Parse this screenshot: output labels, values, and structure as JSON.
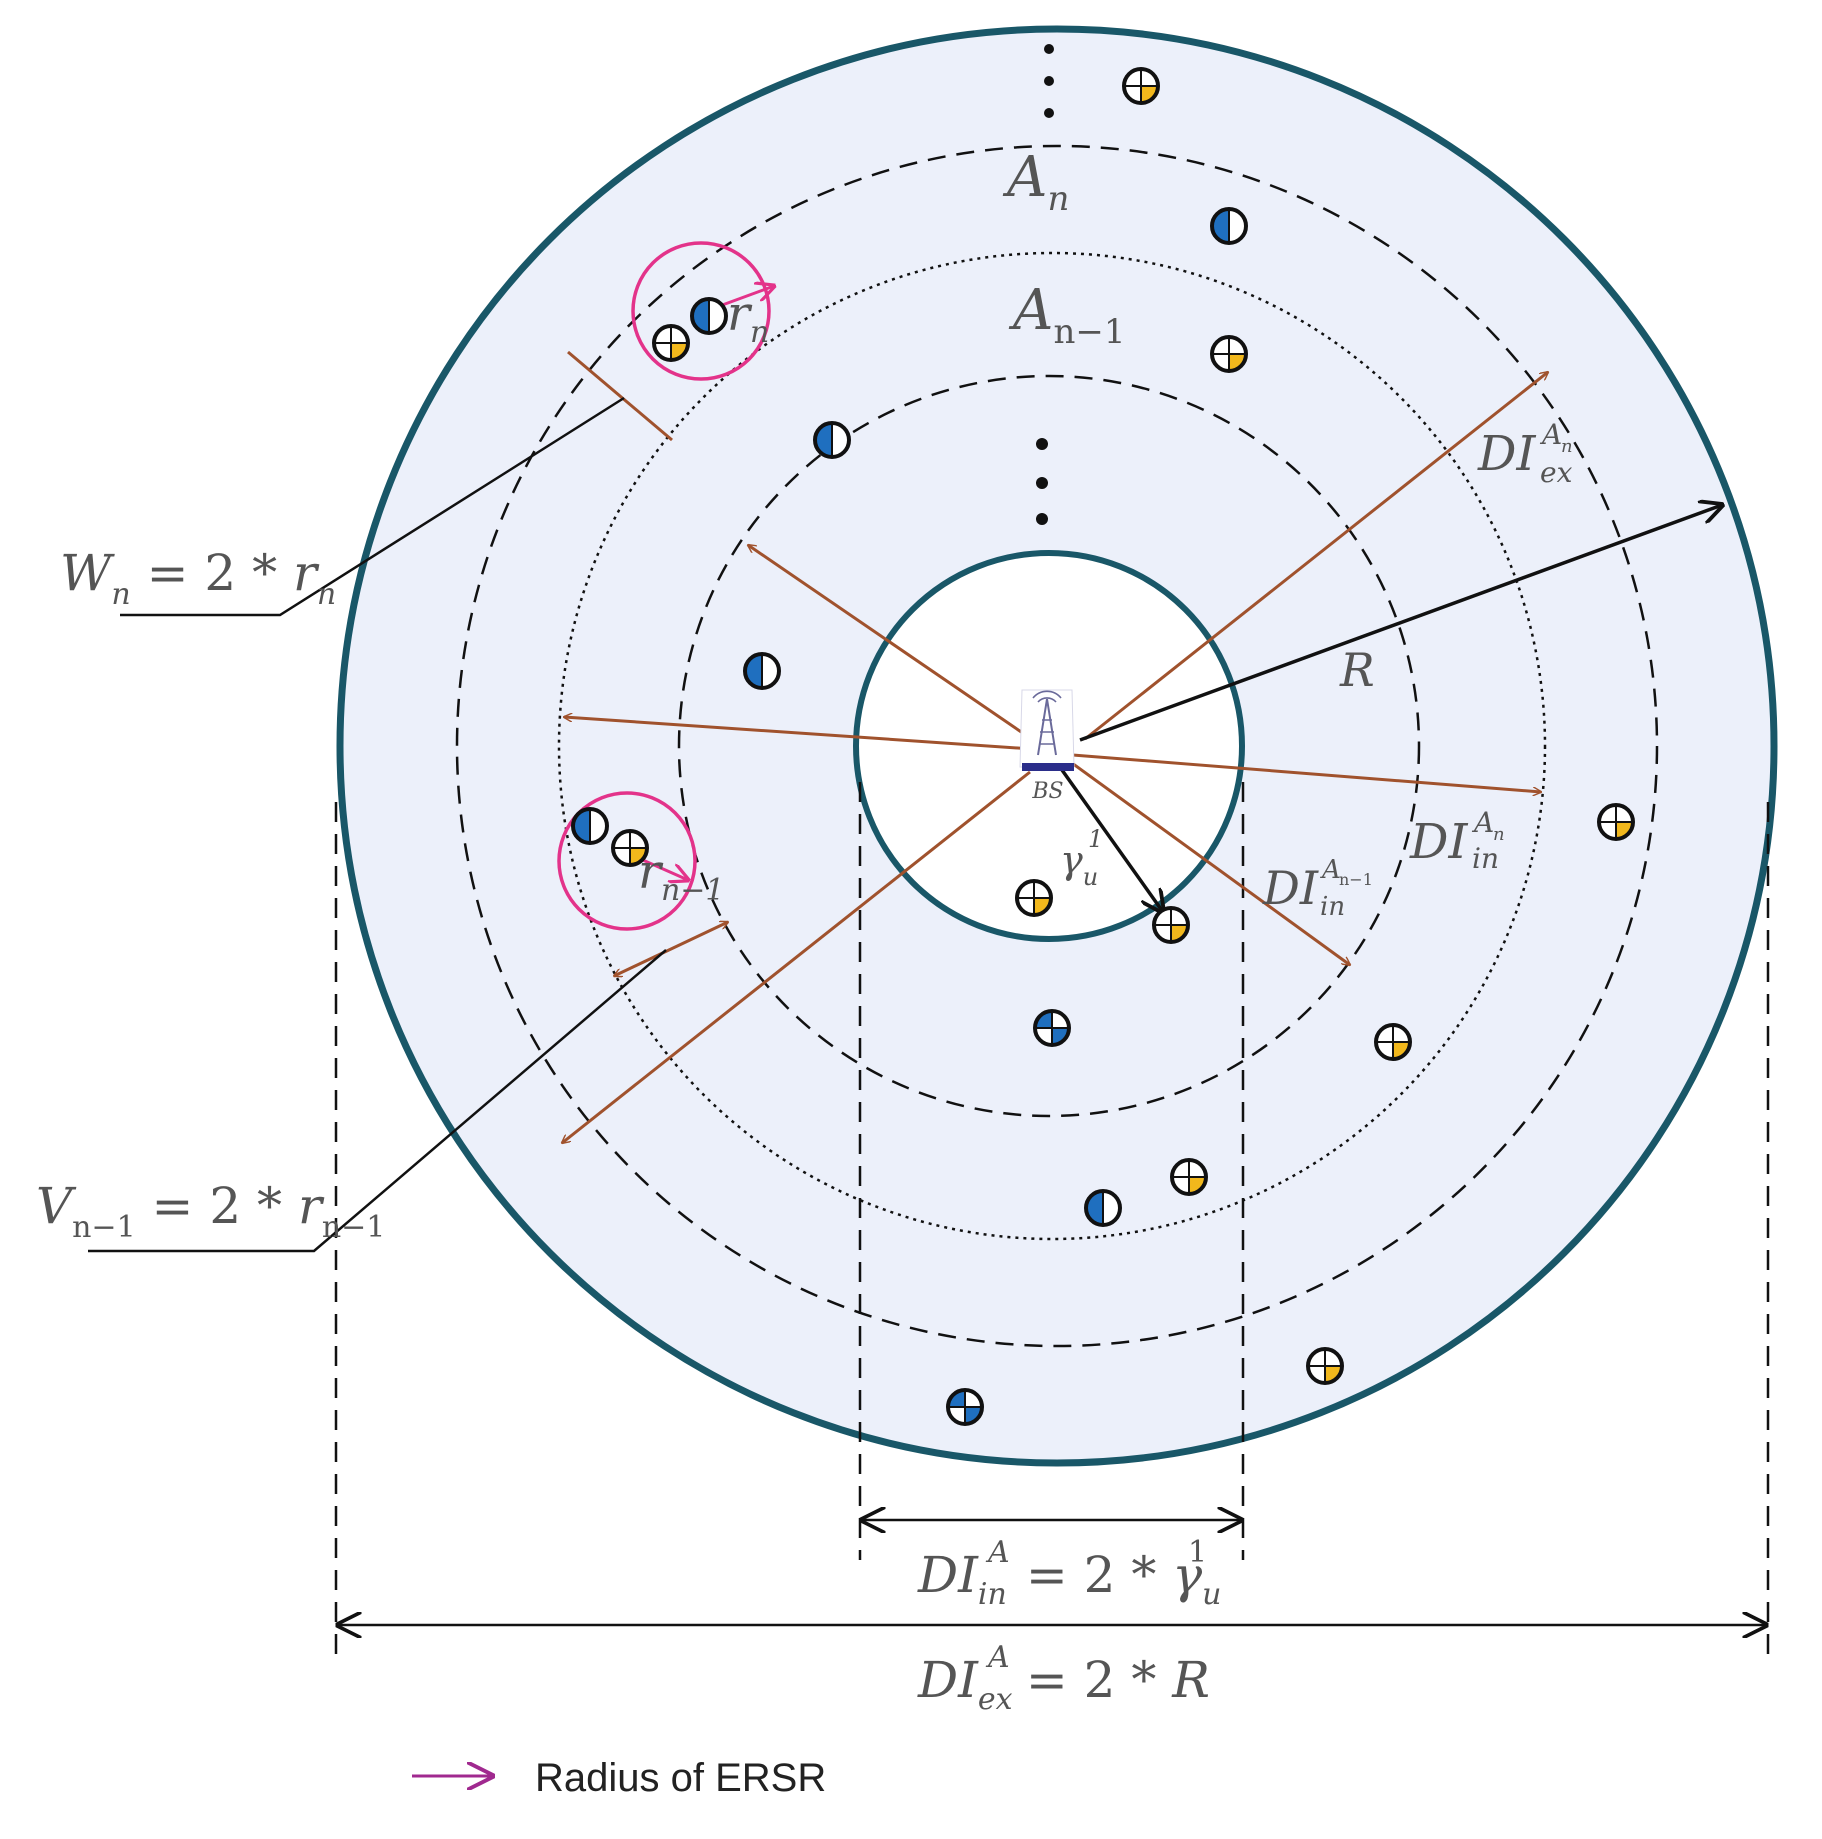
{
  "colors": {
    "cell_fill": "#ecf0fa",
    "cell_border": "#195768",
    "arrow_brown": "#a0522d",
    "ersr_pink": "#e3338a",
    "legend_arrow": "#a0298f",
    "user_blue": "#1f6fbf",
    "user_yellow": "#f2b81c",
    "arrow_black": "#111111"
  },
  "labels": {
    "area_n": "A",
    "area_n_sub": "n",
    "area_n1": "A",
    "area_n1_sub": "n−1",
    "radius_R": "R",
    "bs": "BS",
    "r_n": "r",
    "r_n_sub": "n",
    "r_n1": "r",
    "r_n1_sub": "n−1",
    "gamma_base": "γ",
    "gamma_sup": "1",
    "gamma_sub": "u",
    "di": "DI",
    "di_ex_sub": "ex",
    "di_ex_sup": "A",
    "di_ex_sup_sub": "n",
    "di_in_sub": "in",
    "di_in_sup": "A",
    "di_in_sup_sub": "n",
    "di_in1_sub": "in",
    "di_in1_sup": "A",
    "di_in1_sup_sub": "n−1",
    "w_n_base": "W",
    "w_n_sub": "n",
    "w_n_eq": " = 2 * ",
    "w_n_r": "r",
    "w_n_rsub": "n",
    "v_n1_base": "V",
    "v_n1_sub": "n−1",
    "v_n1_eq": " = 2 * ",
    "v_n1_r": "r",
    "v_n1_rsub": "n−1",
    "bottom1_di": "DI",
    "bottom1_sub": "in",
    "bottom1_sup": "A",
    "bottom1_eq": " = 2 * ",
    "bottom1_gamma": "γ",
    "bottom1_gsup": "1",
    "bottom1_gsub": "u",
    "bottom2_di": "DI",
    "bottom2_sub": "ex",
    "bottom2_sup": "A",
    "bottom2_eq": " = 2 * ",
    "bottom2_R": "R"
  },
  "legend": {
    "label": "Radius of ERSR"
  }
}
